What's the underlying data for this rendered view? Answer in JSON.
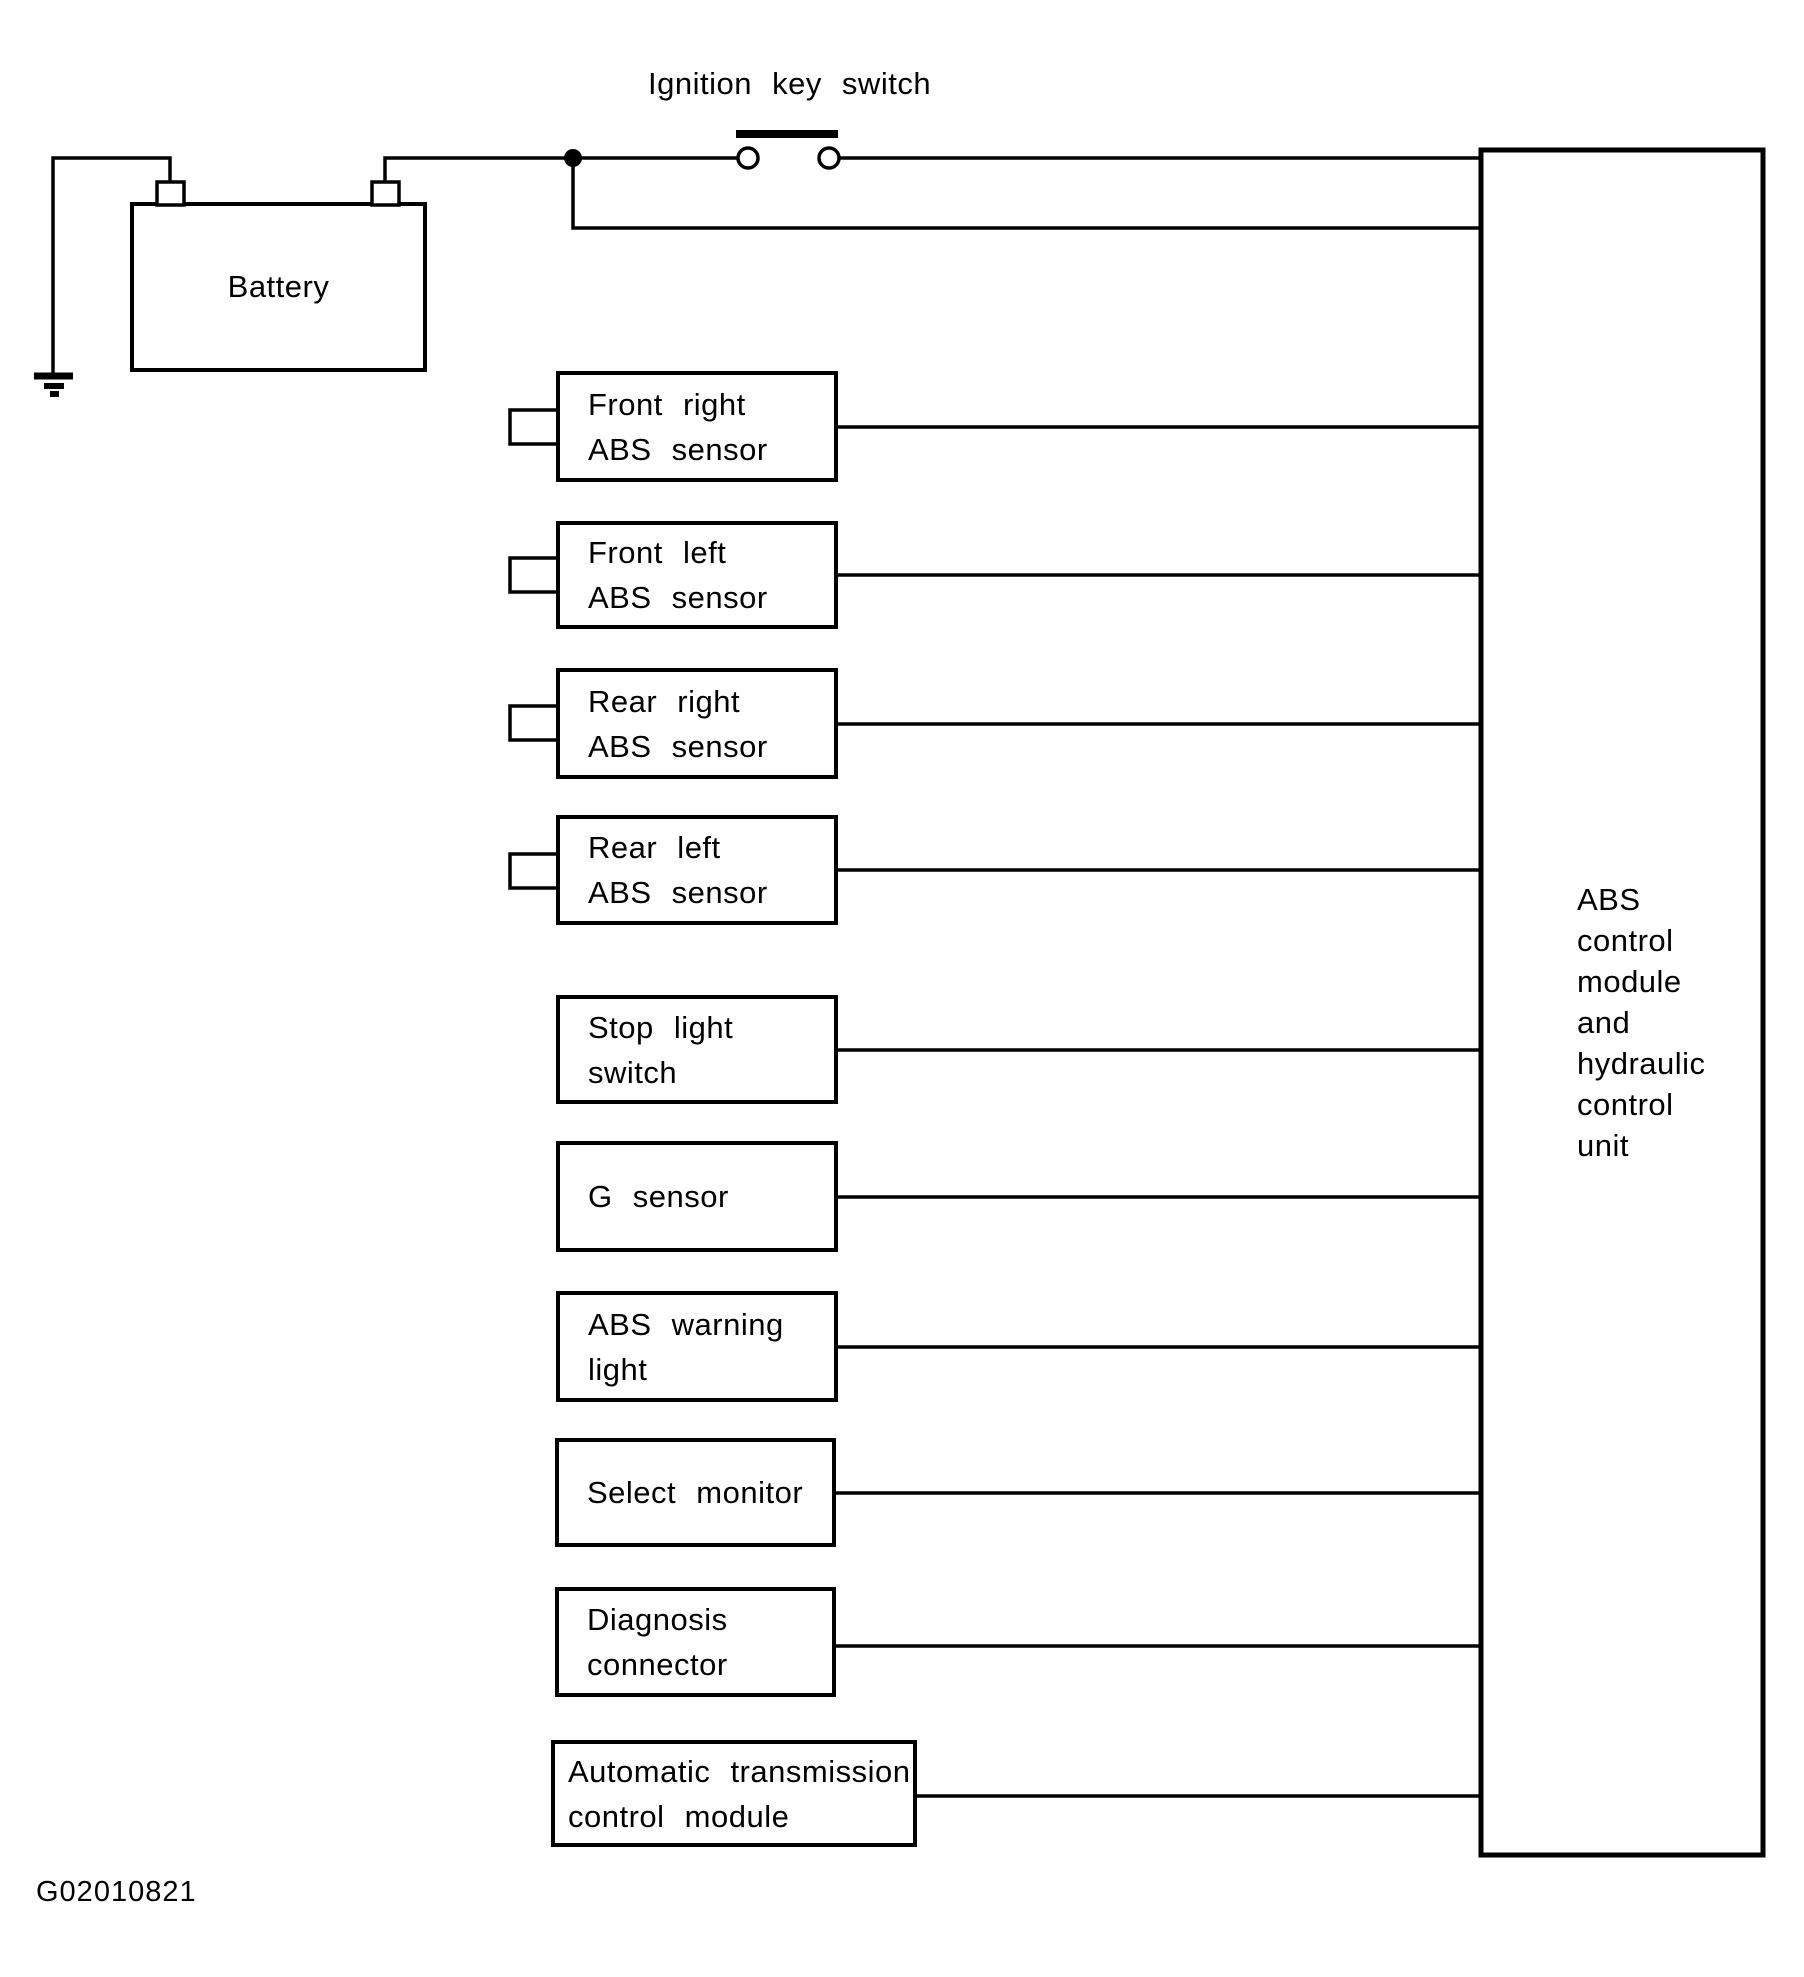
{
  "figure_code": "G02010821",
  "power": {
    "ignition_switch_label": "Ignition key switch",
    "battery_label": "Battery"
  },
  "control_unit": {
    "lines": [
      "ABS",
      "control",
      "module",
      "and",
      "hydraulic",
      "control",
      "unit"
    ]
  },
  "components": [
    {
      "line1": "Front right",
      "line2": "ABS sensor"
    },
    {
      "line1": "Front left",
      "line2": "ABS sensor"
    },
    {
      "line1": "Rear right",
      "line2": "ABS sensor"
    },
    {
      "line1": "Rear left",
      "line2": "ABS sensor"
    },
    {
      "line1": "Stop light",
      "line2": "switch"
    },
    {
      "line1": "G sensor",
      "line2": ""
    },
    {
      "line1": "ABS warning",
      "line2": "light"
    },
    {
      "line1": "Select monitor",
      "line2": ""
    },
    {
      "line1": "Diagnosis",
      "line2": "connector"
    },
    {
      "line1": "Automatic transmission",
      "line2": "control module"
    }
  ],
  "colors": {
    "ink": "#000000",
    "paper": "#ffffff"
  }
}
